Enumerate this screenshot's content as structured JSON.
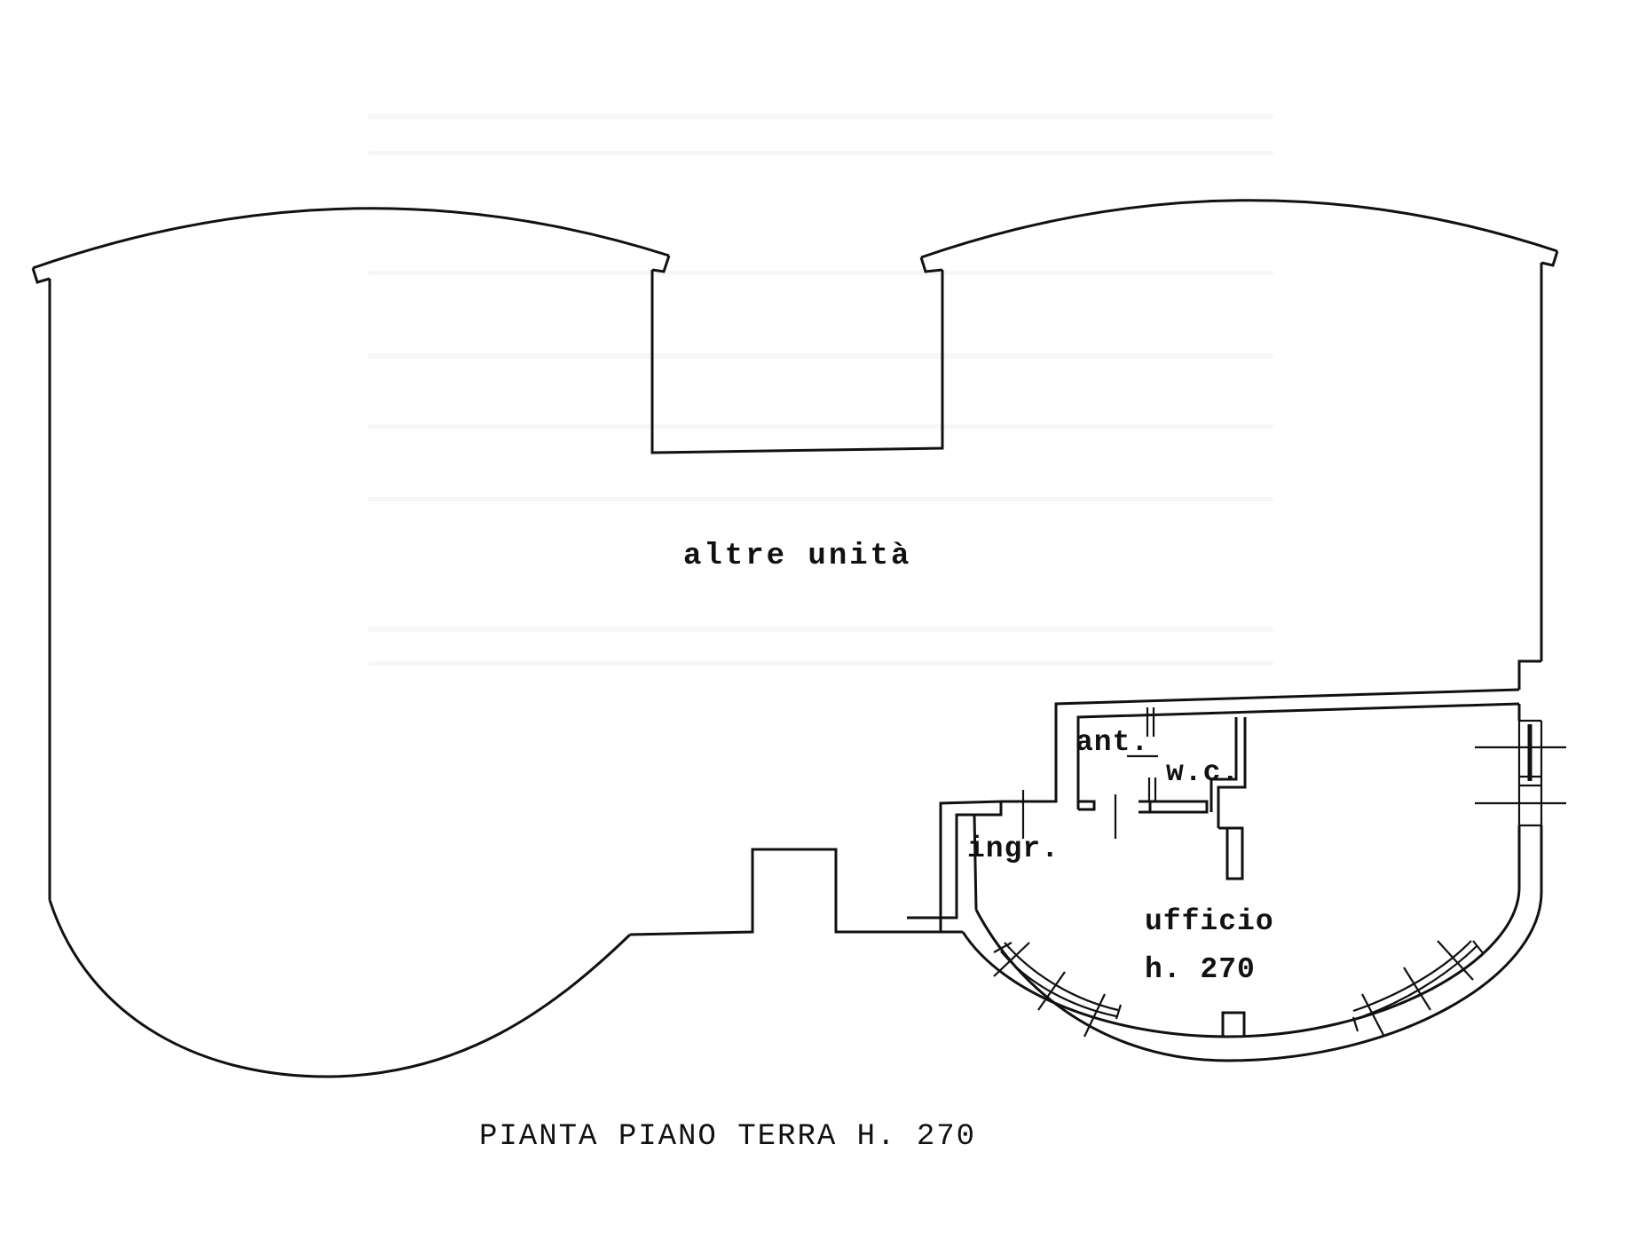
{
  "drawing": {
    "title": "PIANTA PIANO TERRA H. 270",
    "background_color": "#ffffff",
    "line_color": "#111111"
  },
  "rooms": {
    "other_units": {
      "label": "altre unità"
    },
    "entrance": {
      "label": "ingr."
    },
    "anteroom": {
      "label": "ant."
    },
    "wc": {
      "label": "w.c."
    },
    "office": {
      "label": "ufficio",
      "height_label": "h. 270"
    }
  }
}
